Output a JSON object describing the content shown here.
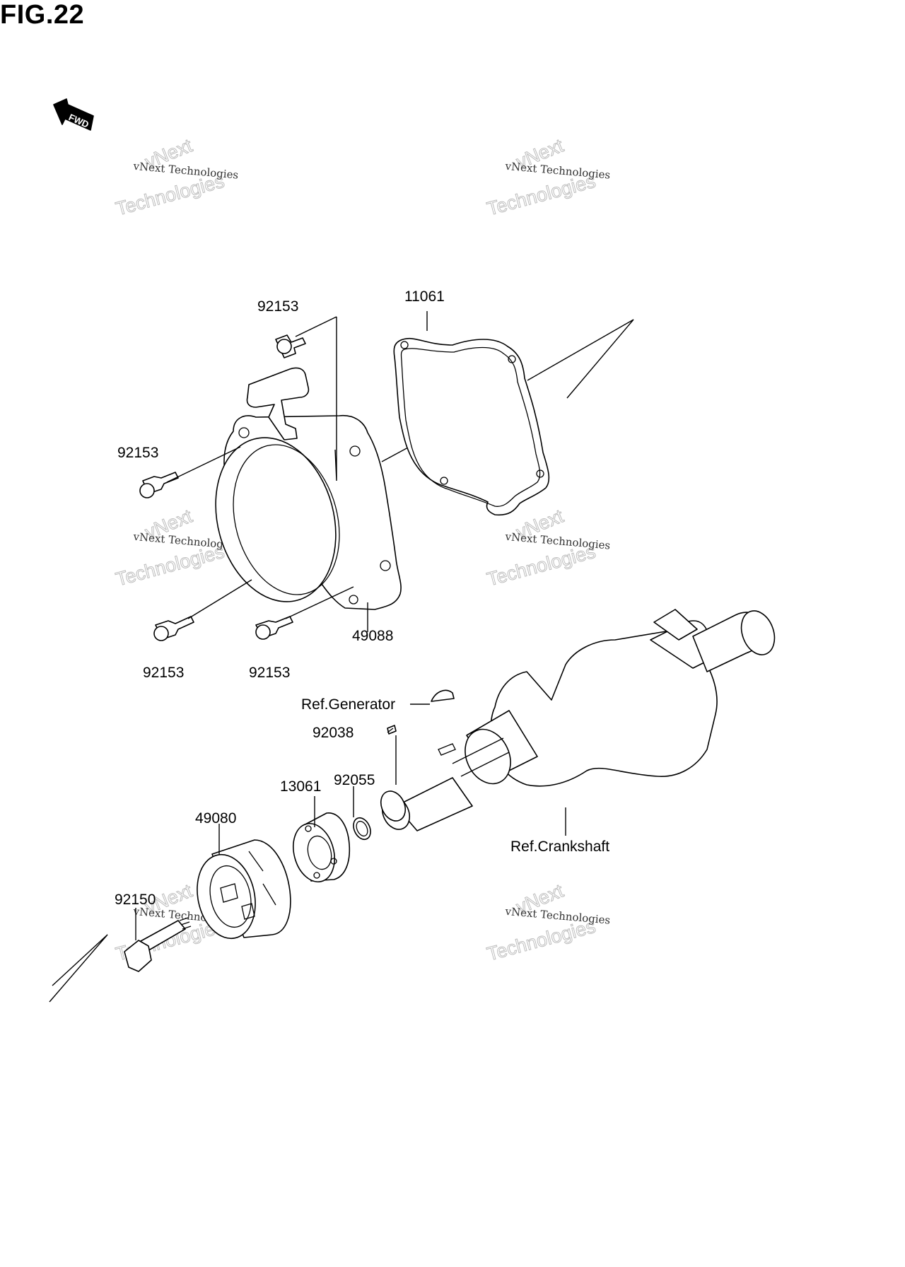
{
  "figure": {
    "title": "FIG.22"
  },
  "direction_badge": {
    "label": "FWD",
    "icon": "forward-arrow-icon"
  },
  "watermark": {
    "line1": "vNext Technologies",
    "line2": "vNext",
    "line3": "Technologies"
  },
  "callouts": {
    "gasket": "11061",
    "bolt_top": "92153",
    "bolt_left": "92153",
    "bolt_lower_left": "92153",
    "bolt_lower_mid": "92153",
    "recoil_starter": "49088",
    "ref_generator": "Ref.Generator",
    "key": "92038",
    "o_ring": "92055",
    "cup": "13061",
    "pulley": "49080",
    "flange_bolt": "92150",
    "ref_crankshaft": "Ref.Crankshaft"
  }
}
